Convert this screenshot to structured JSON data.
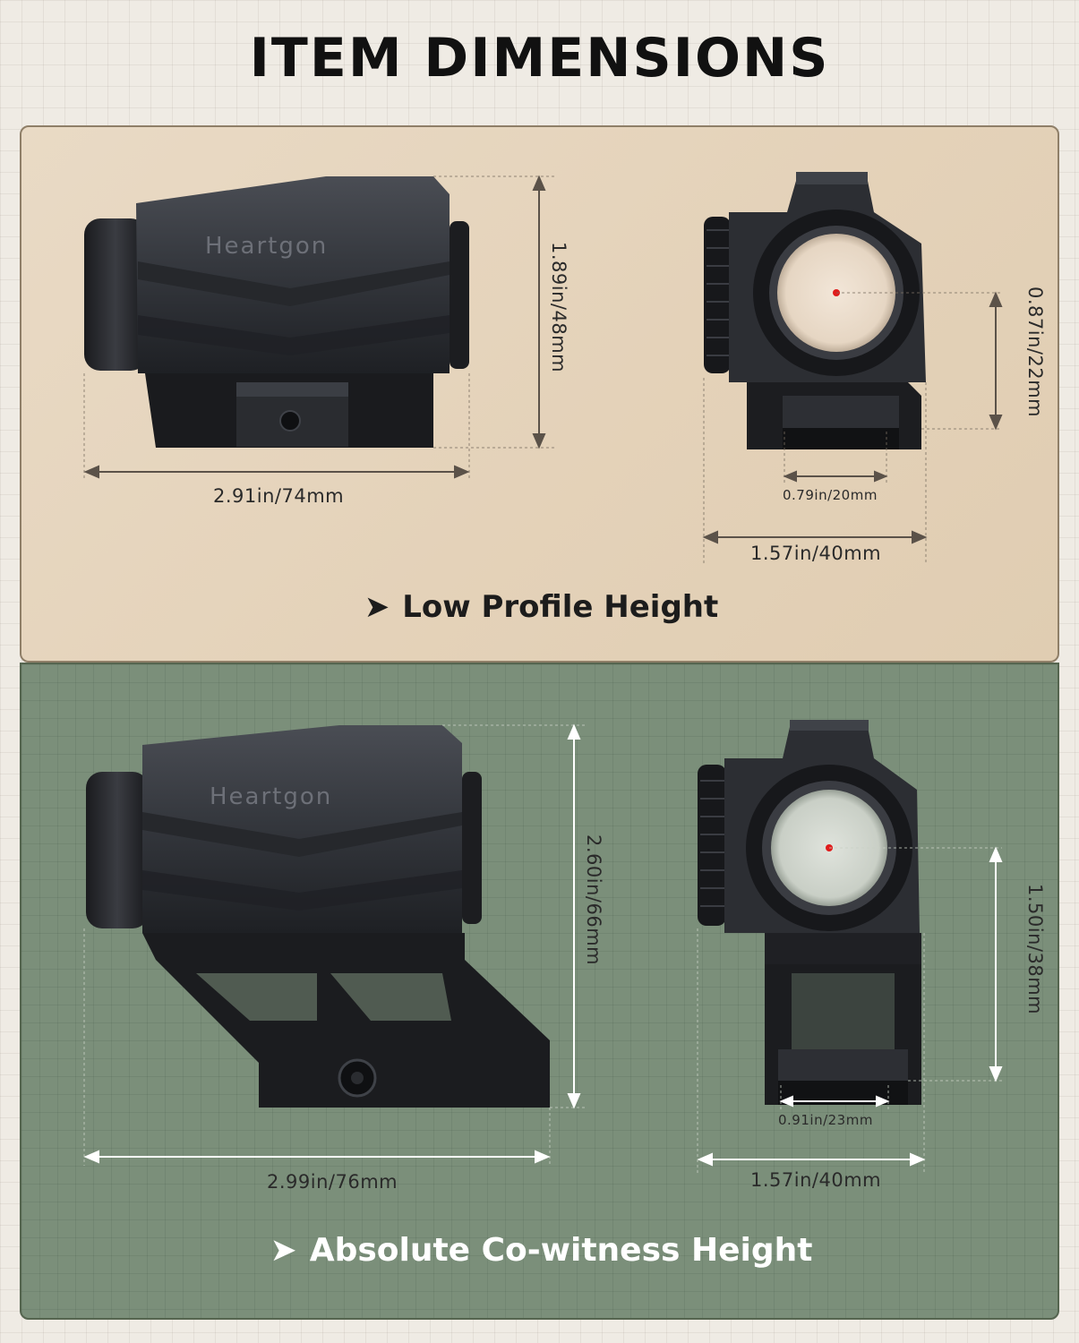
{
  "title": "ITEM DIMENSIONS",
  "brand": "Heartgon",
  "sections": {
    "low_profile": {
      "caption": "Low Profile Height",
      "total_height": "1.89in/48mm",
      "length": "2.91in/74mm",
      "optical_height": "0.87in/22mm",
      "rail_width": "0.79in/20mm",
      "width": "1.57in/40mm"
    },
    "co_witness": {
      "caption": "Absolute Co-witness Height",
      "total_height": "2.60in/66mm",
      "length": "2.99in/76mm",
      "optical_height": "1.50in/38mm",
      "rail_width": "0.91in/23mm",
      "width": "1.57in/40mm"
    }
  },
  "icons": {
    "caption_arrow": "play-arrow-icon"
  },
  "colors": {
    "top_panel": "#e6d5bd",
    "bottom_panel": "#7b8f7a",
    "sight_body": "#2b2d31",
    "red_dot": "#e01b1b"
  }
}
